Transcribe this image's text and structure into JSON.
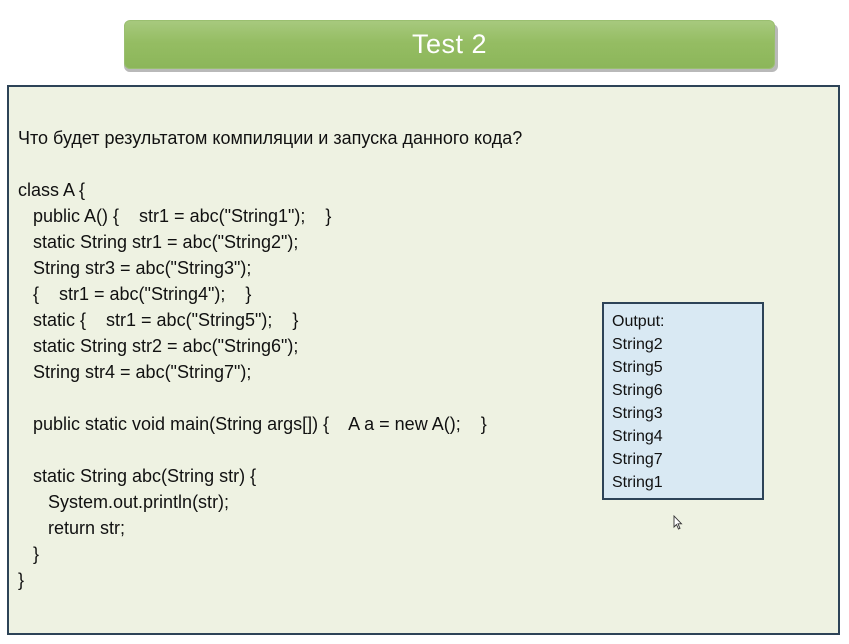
{
  "slide": {
    "title": "Test 2",
    "question": "Что будет результатом компиляции и запуска данного кода?",
    "code_lines": [
      "class A {",
      "   public A() {    str1 = abc(\"String1\");    }",
      "   static String str1 = abc(\"String2\");",
      "   String str3 = abc(\"String3\");",
      "   {    str1 = abc(\"String4\");    }",
      "   static {    str1 = abc(\"String5\");    }",
      "   static String str2 = abc(\"String6\");",
      "   String str4 = abc(\"String7\");",
      "",
      "   public static void main(String args[]) {    A a = new A();    }",
      "",
      "   static String abc(String str) {",
      "      System.out.println(str);",
      "      return str;",
      "   }",
      "}"
    ],
    "output": {
      "header": "Output:",
      "lines": [
        "String2",
        "String5",
        "String6",
        "String3",
        "String4",
        "String7",
        "String1"
      ]
    }
  },
  "colors": {
    "title_bar": "#95bd63",
    "panel_background": "#eef2e2",
    "panel_border": "#2d4357",
    "output_background": "#d9e9f3"
  }
}
